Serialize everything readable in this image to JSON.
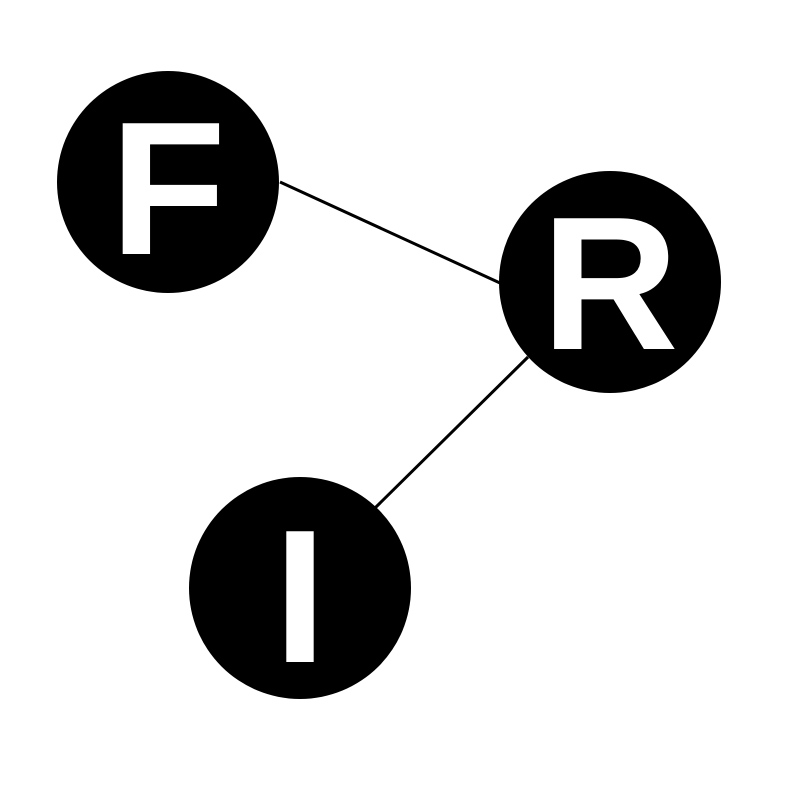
{
  "colors": {
    "background": "#ffffff",
    "node_fill": "#000000",
    "letter": "#ffffff",
    "edge": "#000000"
  },
  "nodes": [
    {
      "id": "f",
      "label": "F"
    },
    {
      "id": "r",
      "label": "R"
    },
    {
      "id": "i",
      "label": "I"
    }
  ],
  "edges": [
    {
      "from": "F",
      "to": "R"
    },
    {
      "from": "R",
      "to": "I"
    }
  ]
}
